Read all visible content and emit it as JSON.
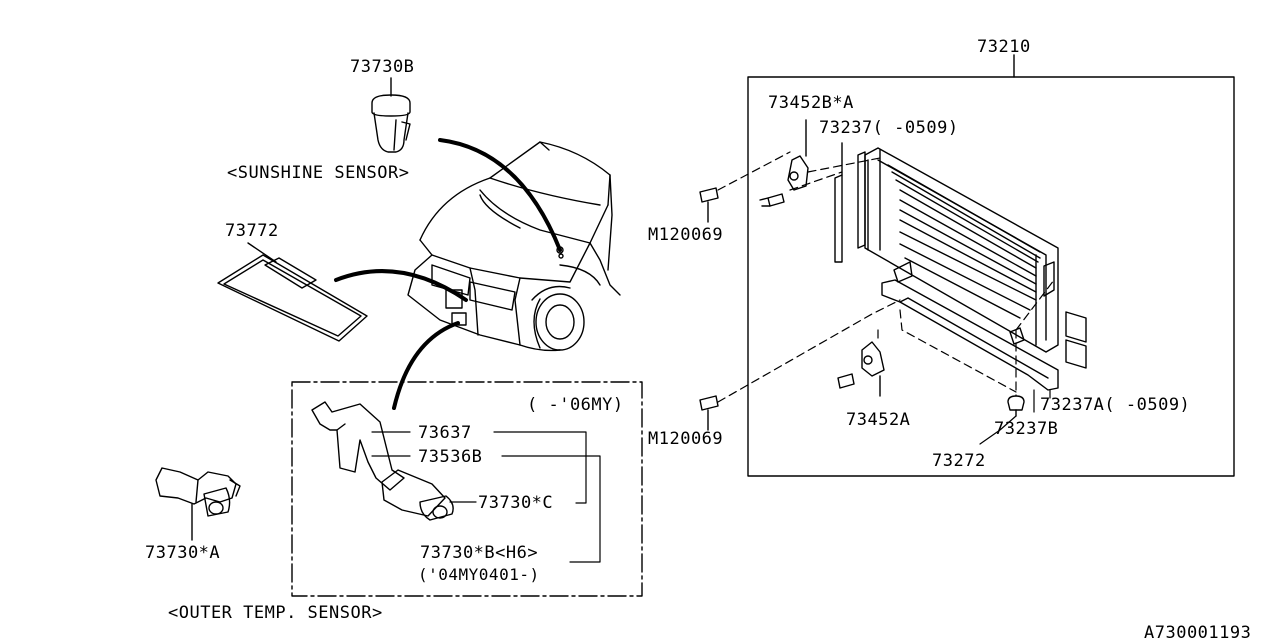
{
  "diagram_id": "A730001193",
  "captions": {
    "sunshine_sensor": "<SUNSHINE SENSOR>",
    "outer_temp_sensor": "<OUTER TEMP. SENSOR>",
    "year_range": "( -'06MY)"
  },
  "parts": {
    "p73730B": "73730B",
    "p73772": "73772",
    "p73210": "73210",
    "p73452B_A": "73452B*A",
    "p73237_0509": "73237( -0509)",
    "pM120069_top": "M120069",
    "pM120069_bottom": "M120069",
    "p73452A": "73452A",
    "p73237A_0509": "73237A( -0509)",
    "p73237B": "73237B",
    "p73272": "73272",
    "p73637": "73637",
    "p73536B": "73536B",
    "p73730_C": "73730*C",
    "p73730_B_H6": "73730*B<H6>",
    "p04MY0401": "('04MY0401-)",
    "p73730_A": "73730*A"
  }
}
